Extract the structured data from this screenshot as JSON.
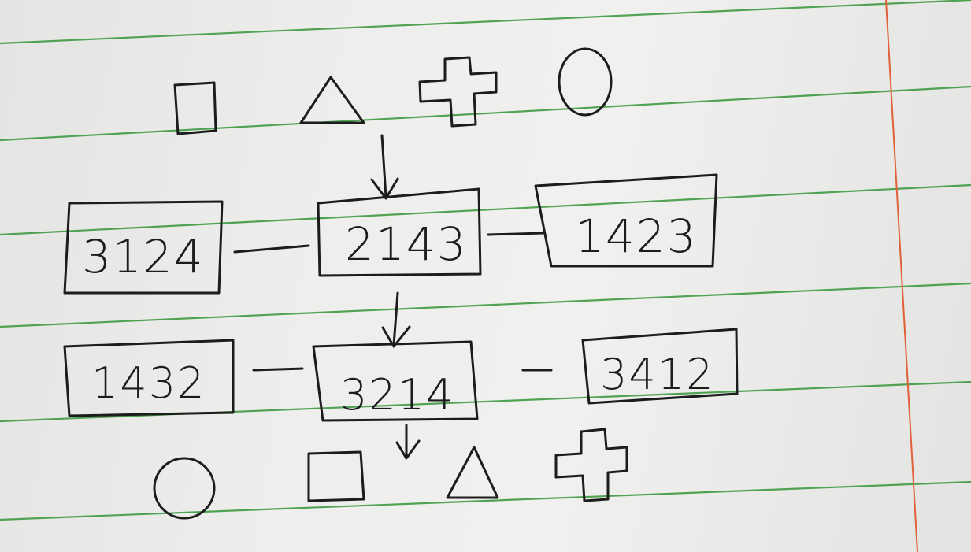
{
  "sheet": {
    "colors": {
      "paper": "#eeeeec",
      "ruled_line": "#3f9a42",
      "margin_line": "#e0603a",
      "ink": "#1c1c1c"
    }
  },
  "top_symbols": [
    "square-icon",
    "triangle-icon",
    "plus-icon",
    "circle-icon"
  ],
  "row1": {
    "left": "3124",
    "center": "2143",
    "right": "1423"
  },
  "row2": {
    "left": "1432",
    "center": "3214",
    "right": "3412"
  },
  "bottom_symbols": [
    "circle-icon",
    "square-icon",
    "triangle-icon",
    "plus-icon"
  ]
}
